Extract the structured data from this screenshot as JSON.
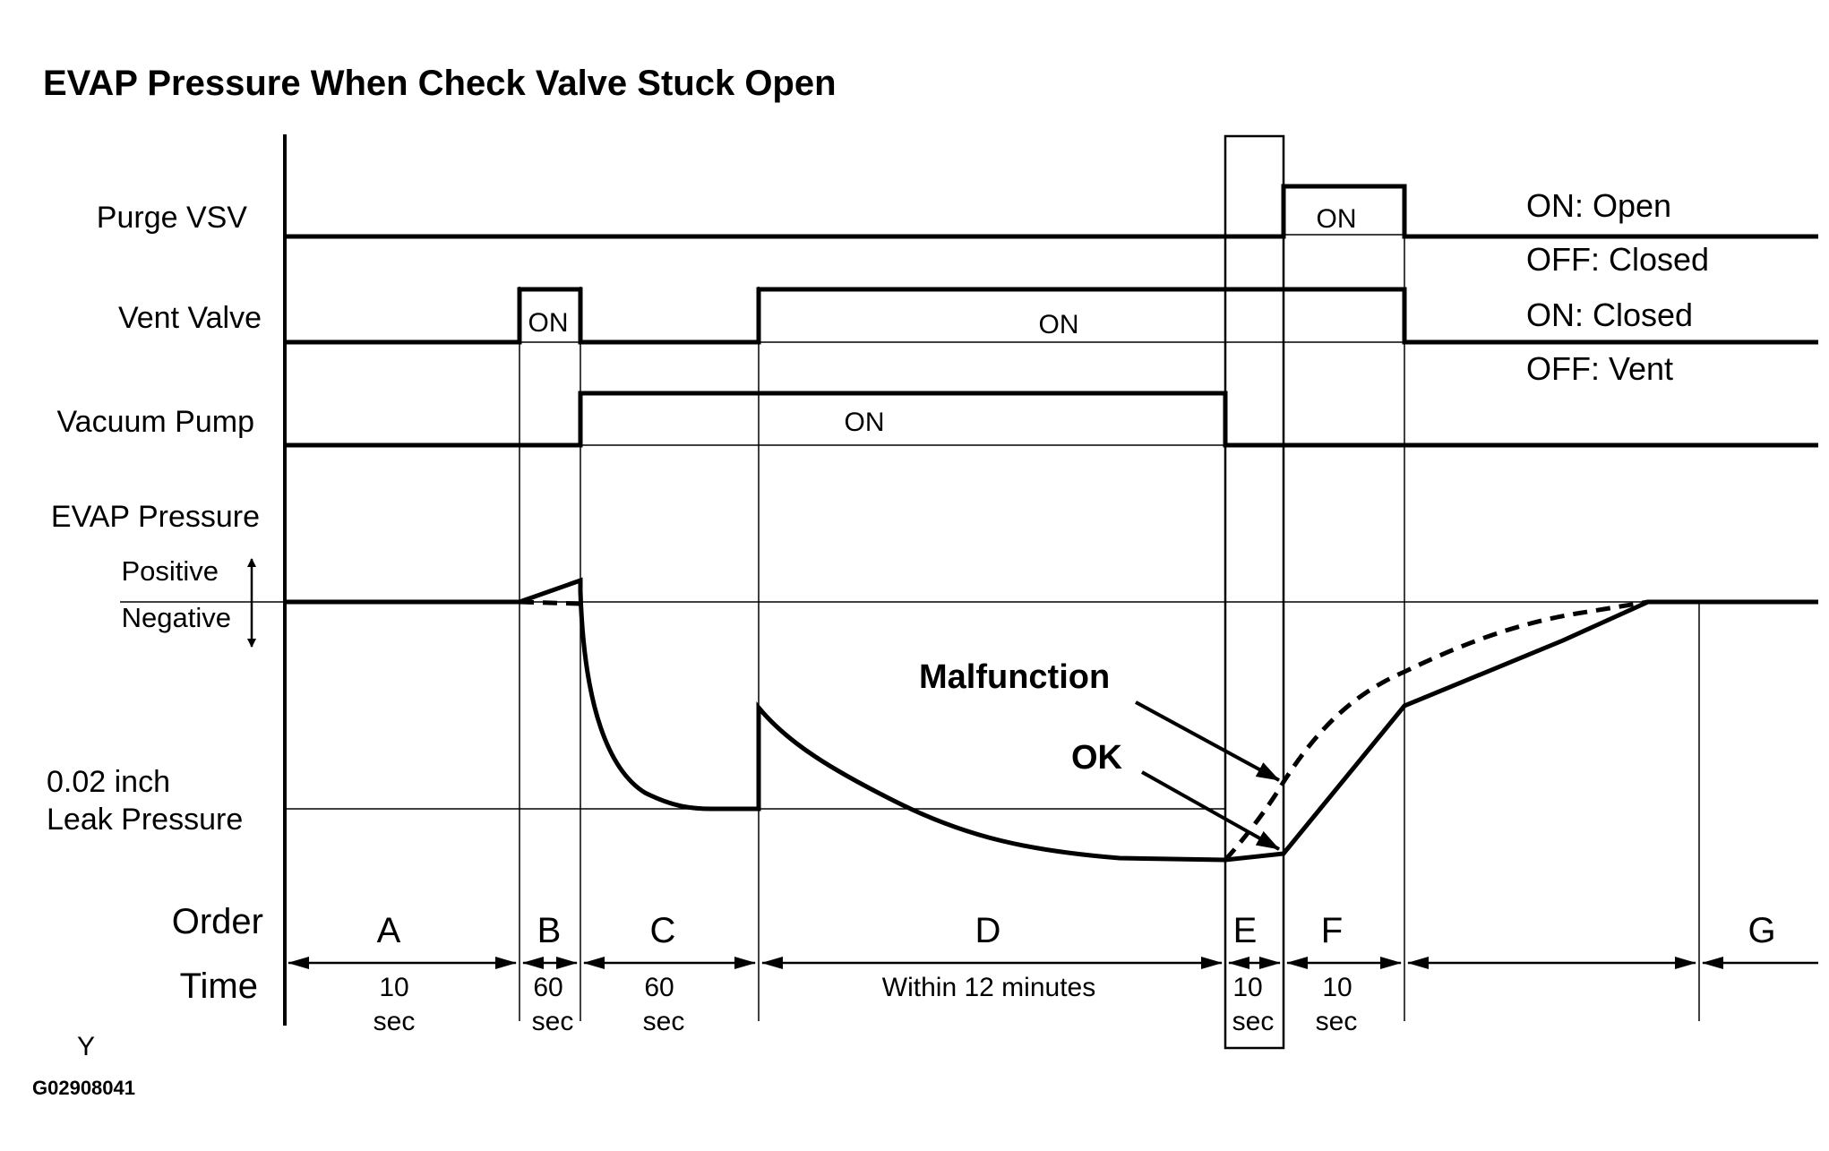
{
  "title": "EVAP Pressure When Check Valve Stuck Open",
  "rows": {
    "purge_vsv": "Purge VSV",
    "vent_valve": "Vent Valve",
    "vacuum_pump": "Vacuum Pump",
    "evap_pressure": "EVAP Pressure",
    "positive": "Positive",
    "negative": "Negative",
    "leak_line1": "0.02 inch",
    "leak_line2": "Leak Pressure",
    "order": "Order",
    "time": "Time"
  },
  "states": {
    "purge_on": "ON: Open",
    "purge_off": "OFF: Closed",
    "vent_on": "ON: Closed",
    "vent_off": "OFF: Vent"
  },
  "on_labels": {
    "purge": "ON",
    "vent_b": "ON",
    "vent_d": "ON",
    "pump": "ON"
  },
  "annotations": {
    "malfunction": "Malfunction",
    "ok": "OK"
  },
  "orders": [
    "A",
    "B",
    "C",
    "D",
    "E",
    "F",
    "G"
  ],
  "times": [
    {
      "line1": "10",
      "line2": "sec"
    },
    {
      "line1": "60",
      "line2": "sec"
    },
    {
      "line1": "60",
      "line2": "sec"
    },
    {
      "line1": "Within 12 minutes",
      "line2": ""
    },
    {
      "line1": "10",
      "line2": "sec"
    },
    {
      "line1": "10",
      "line2": "sec"
    }
  ],
  "footer": {
    "y_mark": "Y",
    "code": "G02908041"
  }
}
